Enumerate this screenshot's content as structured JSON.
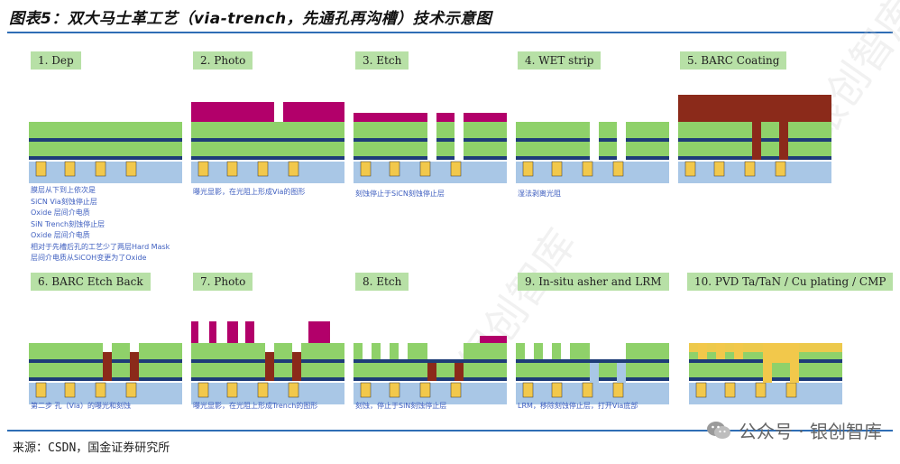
{
  "figure": {
    "title": "图表5：双大马士革工艺（via-trench，先通孔再沟槽）技术示意图",
    "source": "来源：CSDN，国金证券研究所",
    "wechat": "公众号 · 银创智库",
    "watermark": "银创智库"
  },
  "colors": {
    "green": "#8fd16a",
    "navy": "#1e3c78",
    "blue": "#a9c7e6",
    "gold": "#f2c84b",
    "magenta": "#b2006a",
    "brown": "#8b2a1a",
    "label_bg": "#b7e0a6",
    "rule": "#2f6db5"
  },
  "steps": [
    {
      "label": "1. Dep",
      "notes": [
        "膜层从下到上依次是",
        "SiCN Via刻蚀停止层",
        "Oxide 层间介电质",
        "SiN Trench刻蚀停止层",
        "Oxide 层间介电质",
        "相对于先槽后孔的工艺少了两层Hard Mask",
        "层间介电质从SiCOH变更为了Oxide"
      ]
    },
    {
      "label": "2. Photo",
      "notes": [
        "曝光显影，在光阻上形成Via的图形"
      ]
    },
    {
      "label": "3. Etch",
      "notes": [
        "刻蚀停止于SiCN刻蚀停止层"
      ]
    },
    {
      "label": "4. WET strip",
      "notes": [
        "湿法剥离光阻"
      ]
    },
    {
      "label": "5. BARC Coating",
      "notes": []
    },
    {
      "label": "6. BARC Etch Back",
      "notes": [
        "第二步 孔（Via）的曝光和刻蚀"
      ]
    },
    {
      "label": "7. Photo",
      "notes": [
        "曝光显影，在光阻上形成Trench的图形"
      ]
    },
    {
      "label": "8. Etch",
      "notes": [
        "刻蚀，停止于SiN刻蚀停止层"
      ]
    },
    {
      "label": "9. In-situ asher and LRM",
      "notes": [
        "LRM，移除刻蚀停止层，打开Via底部"
      ]
    },
    {
      "label": "10. PVD Ta/TaN / Cu plating / CMP",
      "notes": []
    }
  ]
}
